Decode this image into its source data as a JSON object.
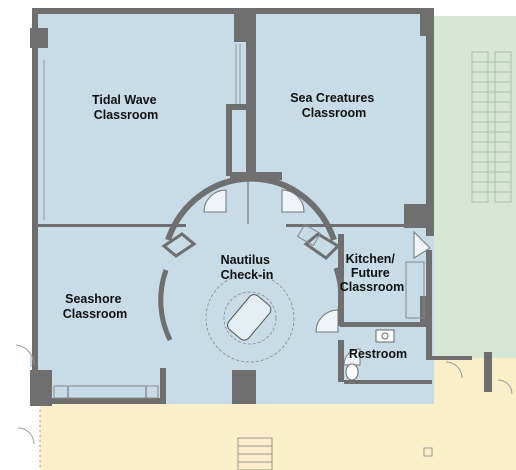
{
  "colors": {
    "classroom_fill": "#c7dce6",
    "adjacent_hall_fill": "#d6e8d4",
    "lobby_fill": "#fbefc9",
    "wall": "#6f6f6f",
    "label": "#111111"
  },
  "rooms": {
    "tidal_wave": {
      "line1": "Tidal Wave",
      "line2": "Classroom"
    },
    "sea_creatures": {
      "line1": "Sea Creatures",
      "line2": "Classroom"
    },
    "nautilus": {
      "line1": "Nautilus",
      "line2": "Check-in"
    },
    "kitchen": {
      "line1": "Kitchen/",
      "line2": "Future",
      "line3": "Classroom"
    },
    "seashore": {
      "line1": "Seashore",
      "line2": "Classroom"
    },
    "restroom": {
      "line1": "Restroom"
    }
  }
}
